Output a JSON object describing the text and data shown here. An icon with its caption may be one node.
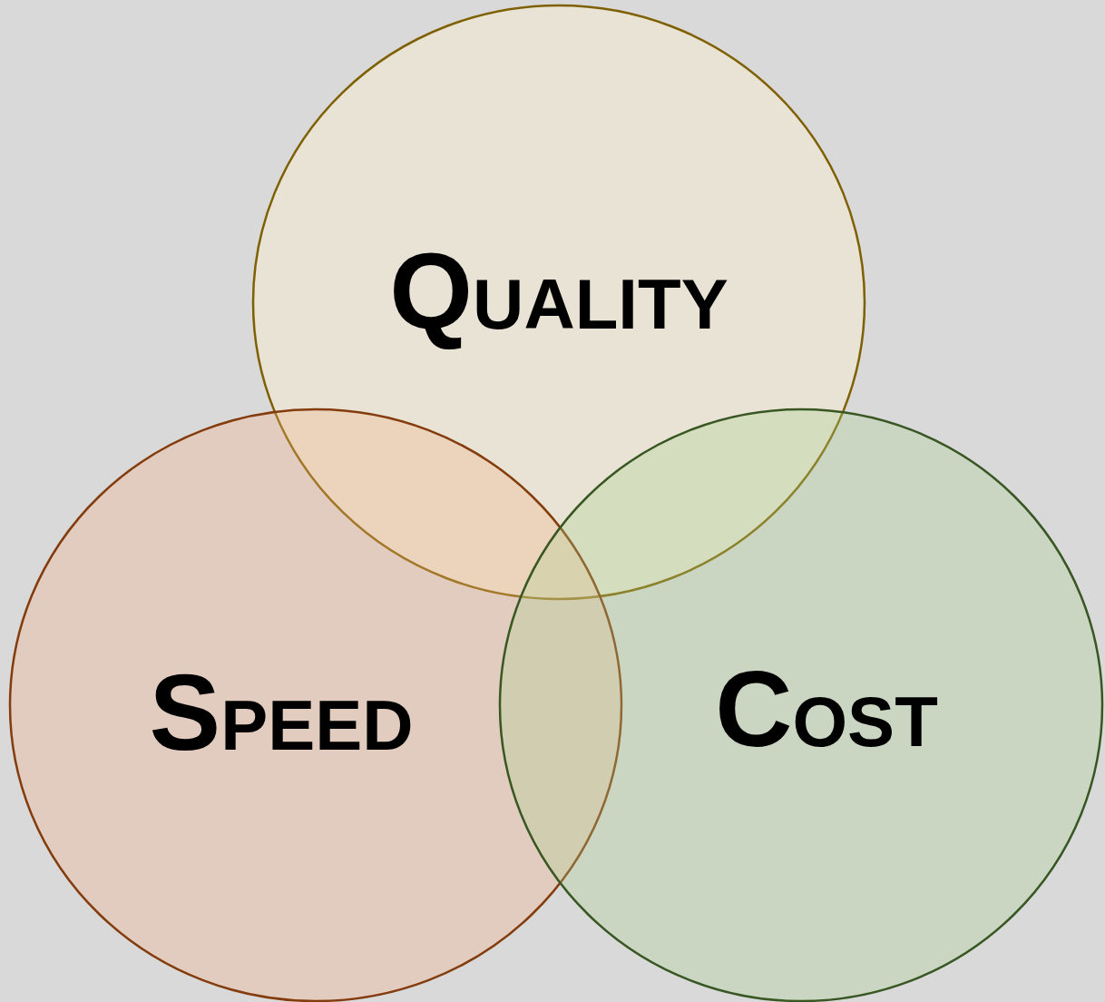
{
  "diagram": {
    "nodes": [
      {
        "text": [
          "QUALITY"
        ]
      },
      {
        "text": [
          "SPEED"
        ]
      },
      {
        "text": [
          "COST"
        ]
      }
    ],
    "edges": []
  }
}
